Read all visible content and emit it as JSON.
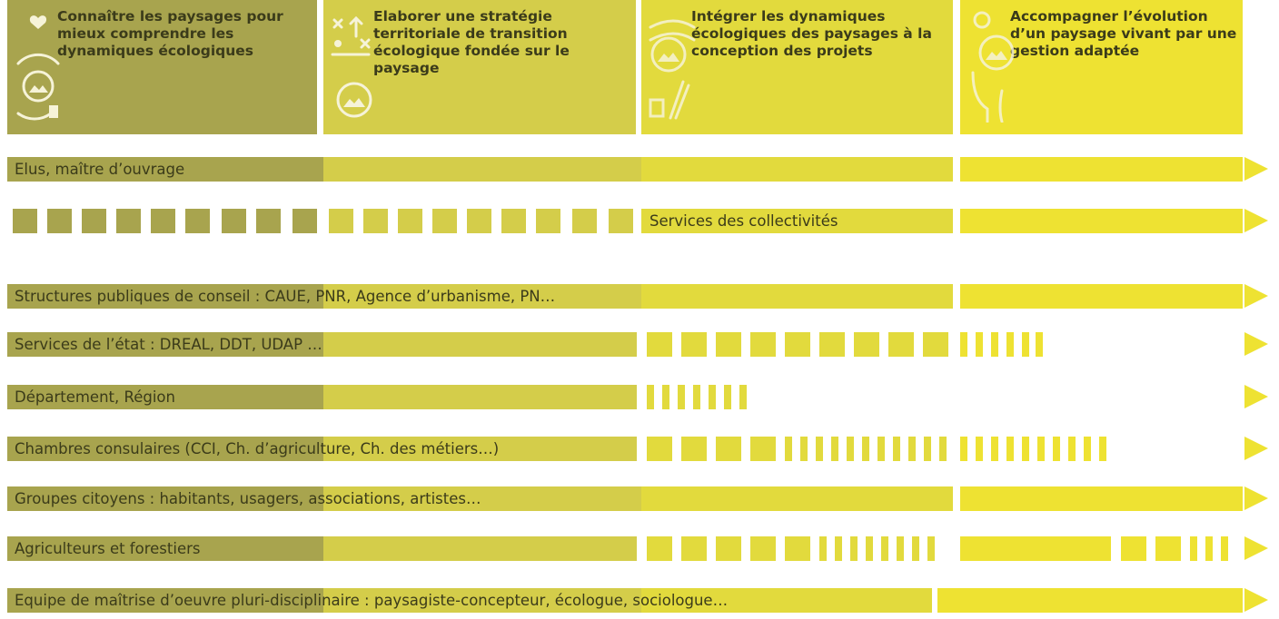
{
  "header": {
    "phases": [
      {
        "title": "Connaître les paysages pour mieux comprendre les dynamiques écologiques",
        "icon": "landscape-knowledge-icon",
        "color": "#a8a44e"
      },
      {
        "title": "Elaborer une stratégie territoriale de transition écologique fondée sur le paysage",
        "icon": "strategy-icon",
        "color": "#d4cd4a"
      },
      {
        "title": "Intégrer les dynamiques écologiques des paysages à la conception des projets",
        "icon": "design-icon",
        "color": "#e2da3d"
      },
      {
        "title": "Accompagner l’évolution d’un paysage vivant par une gestion adaptée",
        "icon": "management-icon",
        "color": "#eee232"
      }
    ]
  },
  "actors": [
    {
      "label": "Elus, maître d’ouvrage"
    },
    {
      "label": "Services des collectivités"
    },
    {
      "label": "Structures publiques de conseil : CAUE, PNR, Agence d’urbanisme, PN…"
    },
    {
      "label": "Services de l’état : DREAL, DDT, UDAP …"
    },
    {
      "label": "Département, Région"
    },
    {
      "label": "Chambres consulaires (CCI, Ch. d’agriculture, Ch. des métiers…)"
    },
    {
      "label": "Groupes citoyens : habitants, usagers, associations, artistes…"
    },
    {
      "label": "Agriculteurs et forestiers"
    },
    {
      "label": "Equipe de maîtrise d’oeuvre pluri-disciplinaire : paysagiste-concepteur, écologue, sociologue…"
    }
  ],
  "colors": {
    "phase1": "#a8a44e",
    "phase2": "#d4cd4a",
    "phase3": "#e2da3d",
    "phase4": "#eee232",
    "text": "#3b3b1a"
  }
}
